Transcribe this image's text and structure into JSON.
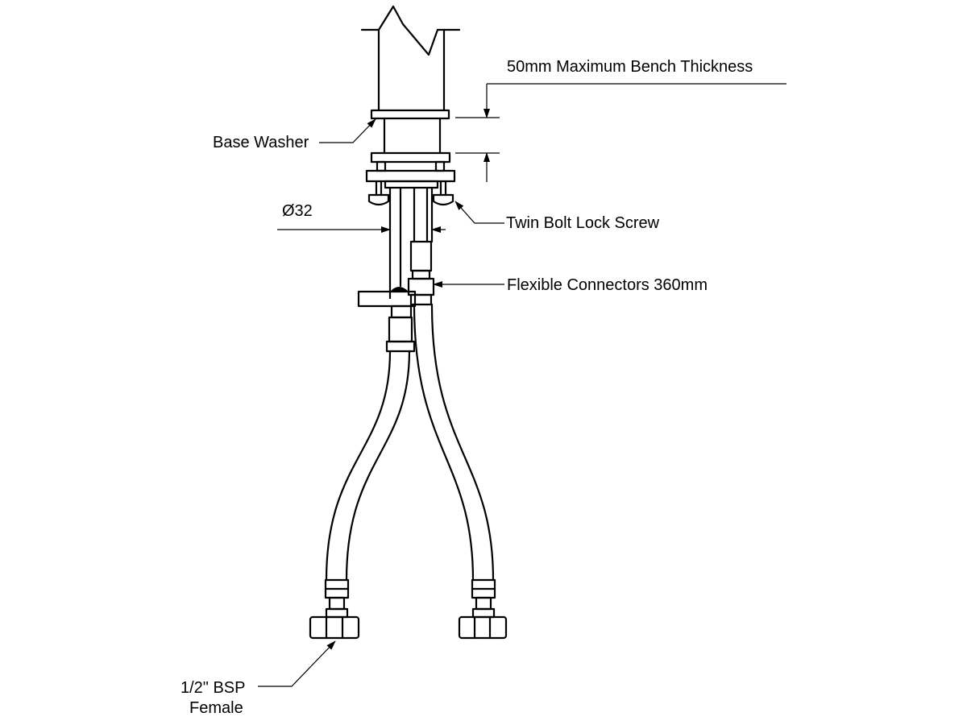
{
  "labels": {
    "bench_thickness": "50mm Maximum Bench Thickness",
    "base_washer": "Base Washer",
    "diameter": "Ø32",
    "twin_bolt": "Twin Bolt Lock Screw",
    "flex_connectors": "Flexible Connectors 360mm",
    "bsp_line1": "1/2\" BSP",
    "bsp_line2": "Female"
  }
}
